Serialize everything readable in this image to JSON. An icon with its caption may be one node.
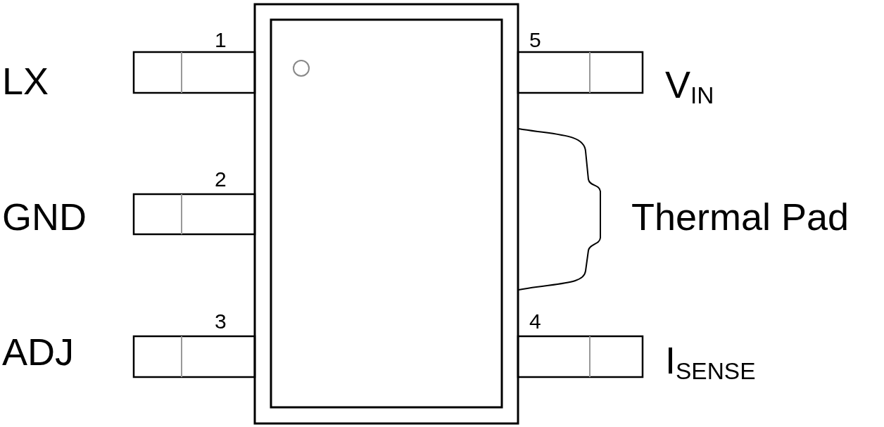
{
  "diagram": {
    "labels": [
      "1",
      "5",
      "LX",
      "V$_{IN}$",
      "2",
      "GND",
      "Thermal Pad",
      "3",
      "4",
      "ADJ",
      "I$_{SENSE}$"
    ]
  }
}
